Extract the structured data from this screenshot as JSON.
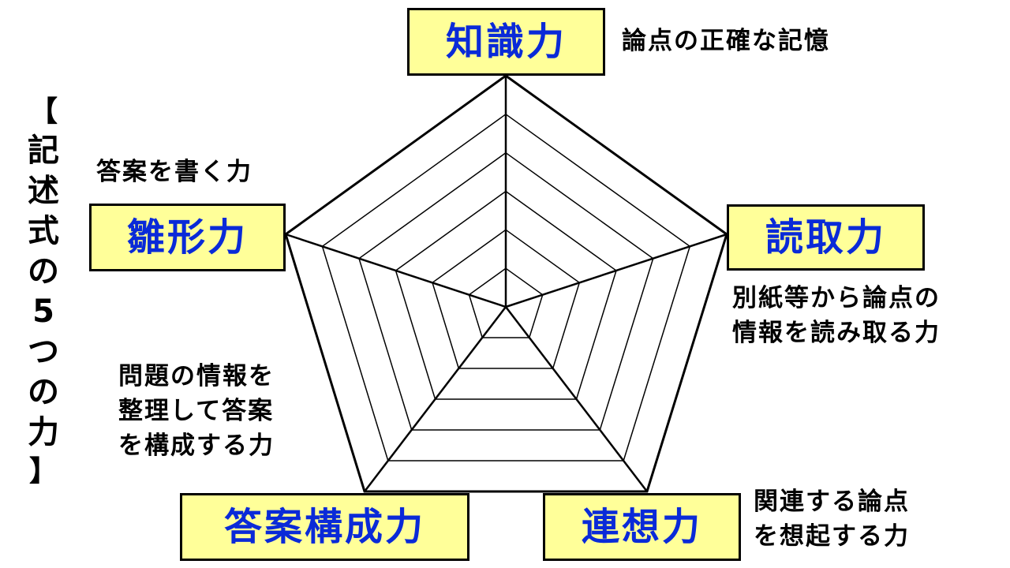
{
  "title": {
    "chars": [
      "【",
      "記",
      "述",
      "式",
      "の",
      "5",
      "つ",
      "の",
      "力",
      "】"
    ]
  },
  "axes": [
    {
      "label": "知識力",
      "description": "論点の正確な記憶"
    },
    {
      "label": "読取力",
      "description": "別紙等から論点の\n情報を読み取る力"
    },
    {
      "label": "連想力",
      "description": "関連する論点\nを想起する力"
    },
    {
      "label": "答案構成力",
      "description": "問題の情報を\n整理して答案\nを構成する力"
    },
    {
      "label": "雛形力",
      "description": "答案を書く力"
    }
  ],
  "colors": {
    "label_text": "#0a2ad8",
    "label_fill": "#ffff99",
    "grid": "#000000"
  },
  "grid_levels": 6
}
